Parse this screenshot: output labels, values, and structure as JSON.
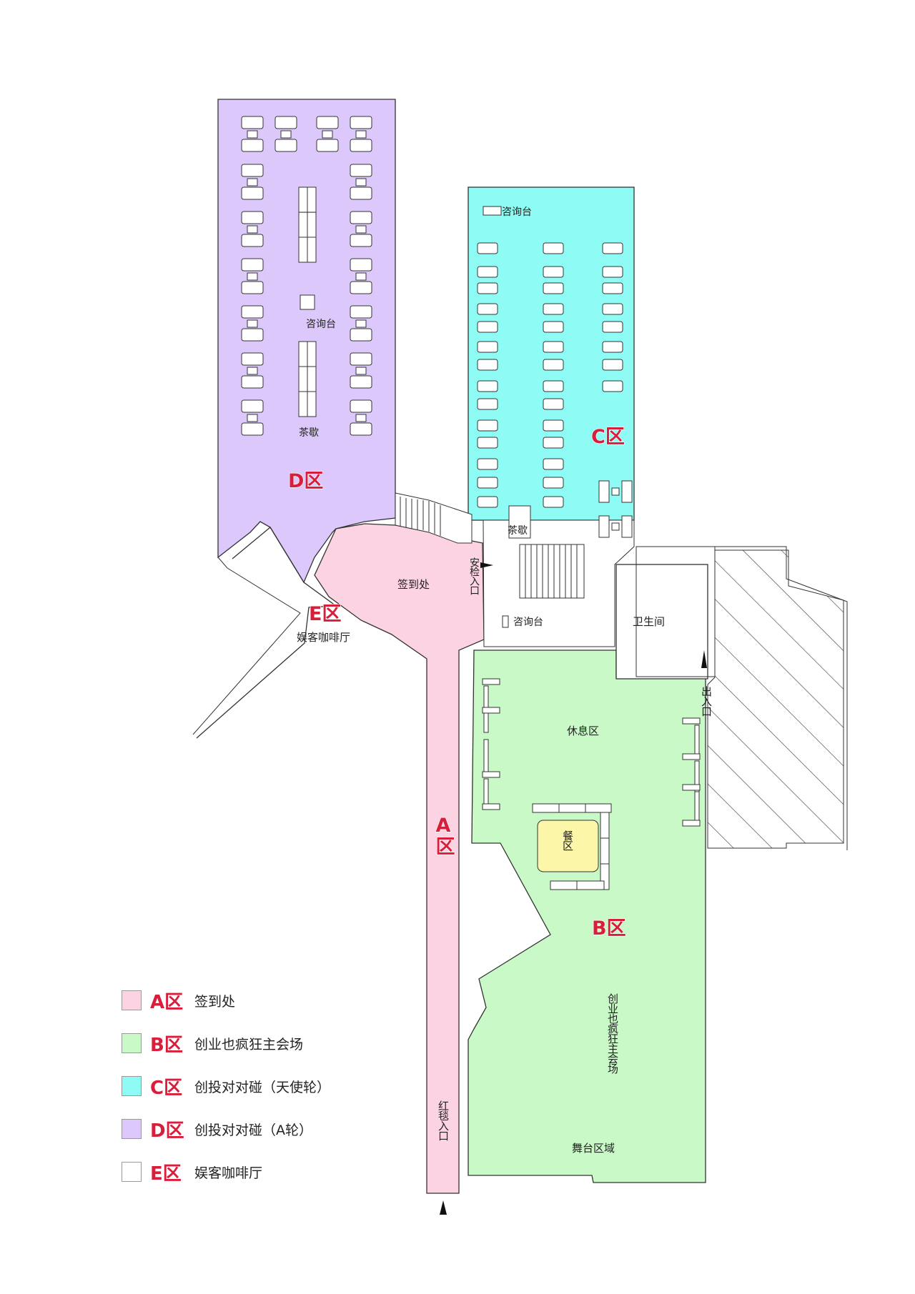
{
  "zones": {
    "A": {
      "code": "A区",
      "desc": "签到处",
      "color": "#fcd3e2"
    },
    "B": {
      "code": "B区",
      "desc": "创业也疯狂主会场",
      "color": "#c9f9c6"
    },
    "C": {
      "code": "C区",
      "desc": "创投对对碰（天使轮）",
      "color": "#8efcf5"
    },
    "D": {
      "code": "D区",
      "desc": "创投对对碰（A轮）",
      "color": "#dcc8fb"
    },
    "E": {
      "code": "E区",
      "desc": "娱客咖啡厅",
      "color": "#ffffff"
    }
  },
  "map_labels": {
    "d_info_desk": "咨询台",
    "d_tea_break": "茶歇",
    "c_info_desk": "咨询台",
    "c_tea_break": "茶歇",
    "checkin": "签到处",
    "security_entrance": "安检入口",
    "lobby_info_desk": "咨询台",
    "restroom": "卫生间",
    "exit": "出入口",
    "cafe": "娱客咖啡厅",
    "rest_area": "休息区",
    "dining_area": "餐区",
    "main_venue": "创业也疯狂主会场",
    "stage_area": "舞台区域",
    "red_carpet_entrance": "红毯入口"
  },
  "legend": [
    {
      "key": "A"
    },
    {
      "key": "B"
    },
    {
      "key": "C"
    },
    {
      "key": "D"
    },
    {
      "key": "E"
    }
  ]
}
